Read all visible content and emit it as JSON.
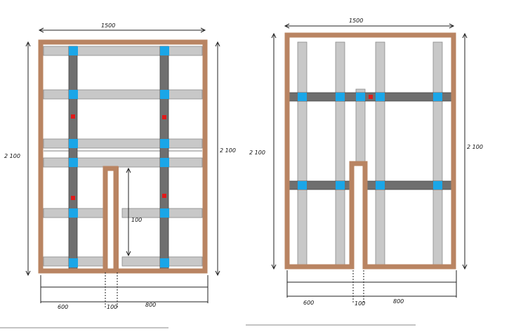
{
  "colors": {
    "frame": "#b98462",
    "dark_beam": "#6f6f6f",
    "light_beam": "#c8c8c8",
    "beam_outline": "#555555",
    "joint": "#1aa6e8",
    "marker": "#e01a1a"
  },
  "left_plan": {
    "width_label": "1500",
    "height_label_left": "2 100",
    "height_label_right": "2 100",
    "inner_label": "100",
    "bottom_labels": [
      "600",
      "100",
      "800"
    ]
  },
  "right_plan": {
    "width_label": "1500",
    "height_label_left": "2 100",
    "height_label_right": "2 100",
    "bottom_labels": [
      "600",
      "100",
      "800"
    ]
  }
}
